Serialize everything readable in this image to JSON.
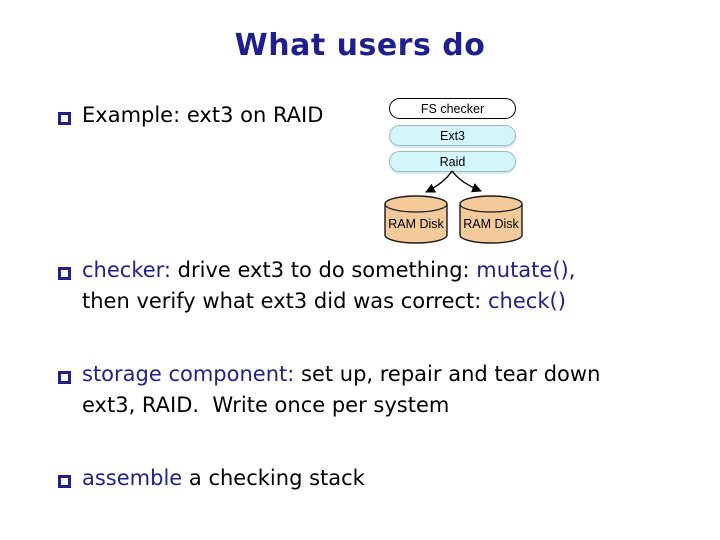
{
  "slide": {
    "title": "What users do",
    "colors": {
      "accent": "#1f1f8f",
      "body_text": "#000000",
      "cyan_fill": "#d2f6f9",
      "cyan_border": "#9fb9be",
      "disk_fill": "#f5ca9a",
      "background": "#ffffff"
    },
    "bullets": [
      {
        "lines": [
          [
            {
              "t": "Example: ext3 on RAID",
              "accent": false
            }
          ]
        ]
      },
      {
        "lines": [
          [
            {
              "t": "checker:",
              "accent": true
            },
            {
              "t": " drive ext3 to do something: ",
              "accent": false
            },
            {
              "t": "mutate(),",
              "accent": true
            }
          ],
          [
            {
              "t": "then verify what ext3 did was correct: ",
              "accent": false
            },
            {
              "t": "check()",
              "accent": true
            }
          ]
        ]
      },
      {
        "lines": [
          [
            {
              "t": "storage component:",
              "accent": true
            },
            {
              "t": " set up, repair and tear down",
              "accent": false
            }
          ],
          [
            {
              "t": "ext3, RAID.  Write once per system",
              "accent": false
            }
          ]
        ]
      },
      {
        "lines": [
          [
            {
              "t": "assemble",
              "accent": true
            },
            {
              "t": " a checking stack",
              "accent": false
            }
          ]
        ]
      }
    ],
    "diagram": {
      "fs_checker": "FS checker",
      "ext3": "Ext3",
      "raid": "Raid",
      "disk_left": "RAM Disk",
      "disk_right": "RAM Disk"
    }
  }
}
